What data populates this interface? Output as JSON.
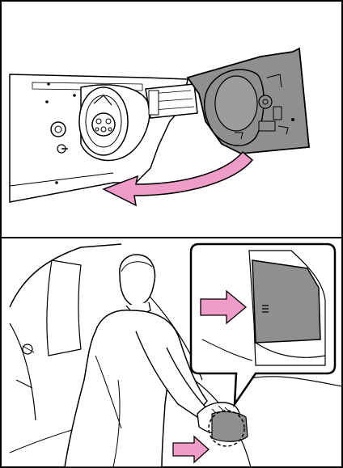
{
  "figure": {
    "panels": [
      {
        "name": "charging-port-lid-open",
        "arrow_color": "#ef9cc8",
        "door_color": "#8f8f8f"
      },
      {
        "name": "close-charging-lid-by-pressing",
        "arrow_color": "#ef9cc8",
        "door_color": "#8f8f8f",
        "callout": "zoom-inset"
      }
    ],
    "line_color": "#000000"
  }
}
